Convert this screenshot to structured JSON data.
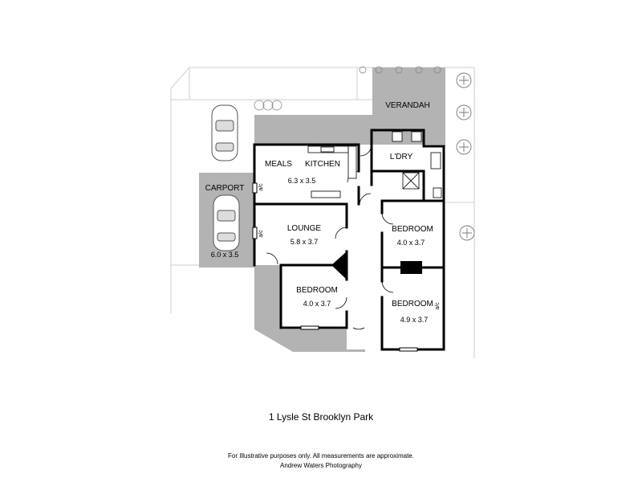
{
  "rooms": {
    "verandah": {
      "name": "VERANDAH"
    },
    "laundry": {
      "name": "L'DRY"
    },
    "meals": {
      "name": "MEALS"
    },
    "kitchen": {
      "name": "KITCHEN",
      "dims": "6.3 x 3.5"
    },
    "carport": {
      "name": "CARPORT",
      "dims": "6.0 x 3.5"
    },
    "lounge": {
      "name": "LOUNGE",
      "dims": "5.8 x 3.7"
    },
    "bedroom_ne": {
      "name": "BEDROOM",
      "dims": "4.0 x 3.7"
    },
    "bedroom_sw": {
      "name": "BEDROOM",
      "dims": "4.0 x 3.7"
    },
    "bedroom_se": {
      "name": "BEDROOM",
      "dims": "4.9 x 3.7"
    }
  },
  "ac_label": "a/c",
  "address": "1 Lysle St Brooklyn Park",
  "disclaimer": {
    "line1": "For Illustrative purposes only.  All measurements are approximate.",
    "line2": "Andrew Waters Photography"
  },
  "colors": {
    "paving": "#b3b3b3",
    "wall": "#000000",
    "boundary": "#cccccc"
  }
}
